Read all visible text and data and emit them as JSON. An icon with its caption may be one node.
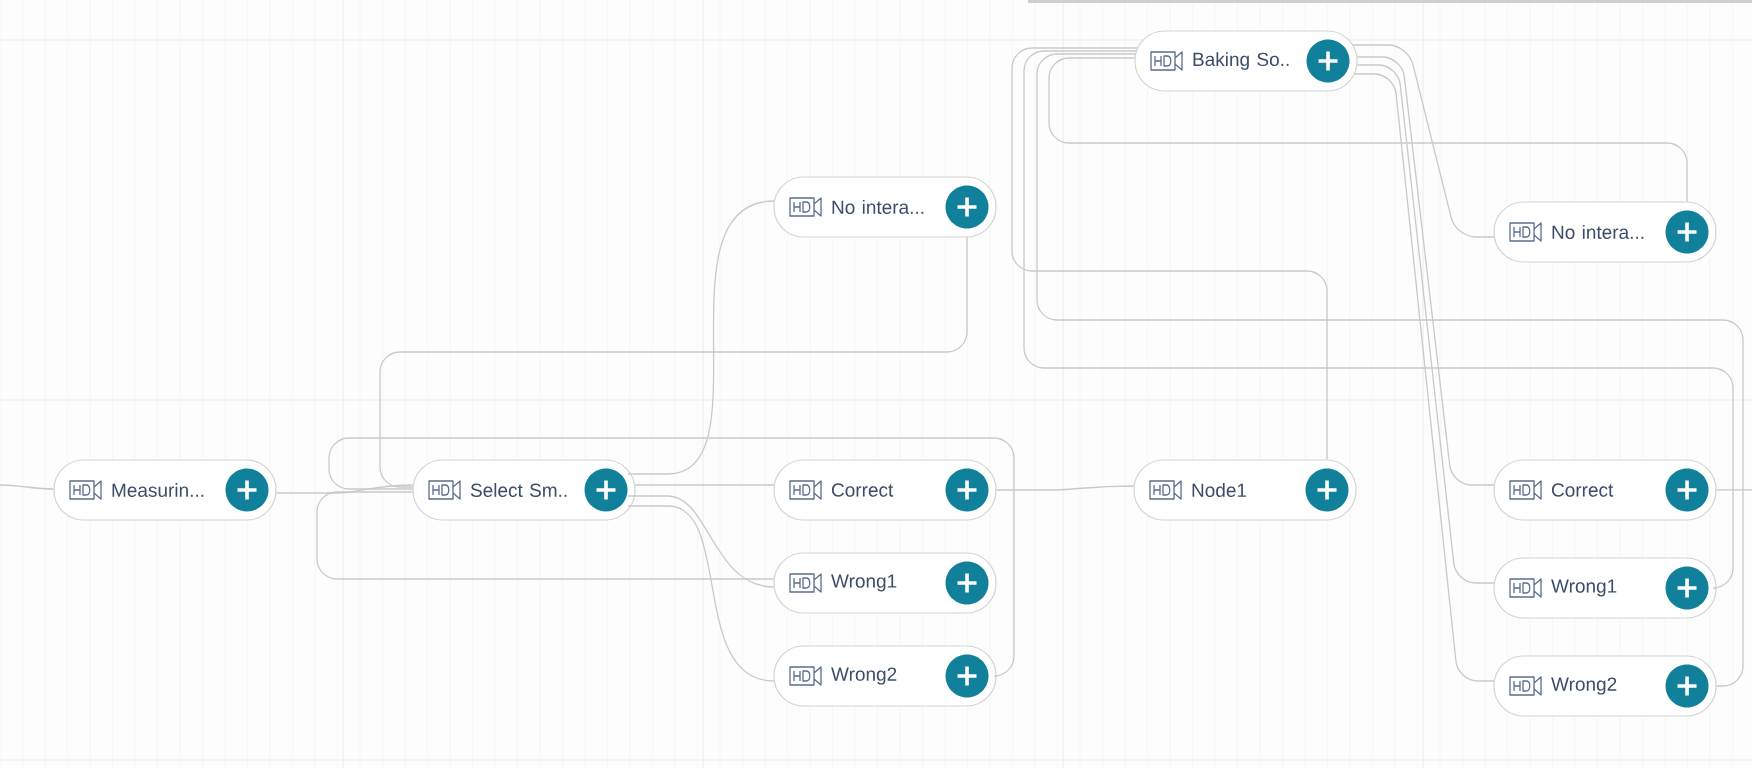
{
  "diagram": {
    "nodes": [
      {
        "text": [
          "Measurin..."
        ]
      },
      {
        "text": [
          "Select Sm.."
        ]
      },
      {
        "text": [
          "No intera..."
        ]
      },
      {
        "text": [
          "Correct"
        ]
      },
      {
        "text": [
          "Wrong1"
        ]
      },
      {
        "text": [
          "Wrong2"
        ]
      },
      {
        "text": [
          "Node1"
        ]
      },
      {
        "text": [
          "Baking So.."
        ]
      },
      {
        "text": [
          "No intera..."
        ]
      },
      {
        "text": [
          "Correct"
        ]
      },
      {
        "text": [
          "Wrong1"
        ]
      },
      {
        "text": [
          "Wrong2"
        ]
      }
    ],
    "edges": [
      {
        "from": null,
        "to": 0,
        "arrow": "none"
      },
      {
        "from": 0,
        "to": 1,
        "arrow": "none"
      },
      {
        "from": 1,
        "to": 2,
        "arrow": "none"
      },
      {
        "from": 1,
        "to": 3,
        "arrow": "none"
      },
      {
        "from": 1,
        "to": 4,
        "arrow": "none"
      },
      {
        "from": 1,
        "to": 5,
        "arrow": "none"
      },
      {
        "from": 2,
        "to": 1,
        "arrow": "none"
      },
      {
        "from": 4,
        "to": 1,
        "arrow": "none"
      },
      {
        "from": 5,
        "to": 1,
        "arrow": "none"
      },
      {
        "from": 3,
        "to": 6,
        "arrow": "none"
      },
      {
        "from": 6,
        "to": 7,
        "arrow": "none"
      },
      {
        "from": 7,
        "to": 8,
        "arrow": "none"
      },
      {
        "from": 7,
        "to": 9,
        "arrow": "none"
      },
      {
        "from": 7,
        "to": 10,
        "arrow": "none"
      },
      {
        "from": 7,
        "to": 11,
        "arrow": "none"
      },
      {
        "from": 8,
        "to": 7,
        "arrow": "none"
      },
      {
        "from": 10,
        "to": 7,
        "arrow": "none"
      },
      {
        "from": 11,
        "to": 7,
        "arrow": "none"
      },
      {
        "from": 9,
        "to": null,
        "arrow": "none"
      }
    ]
  }
}
